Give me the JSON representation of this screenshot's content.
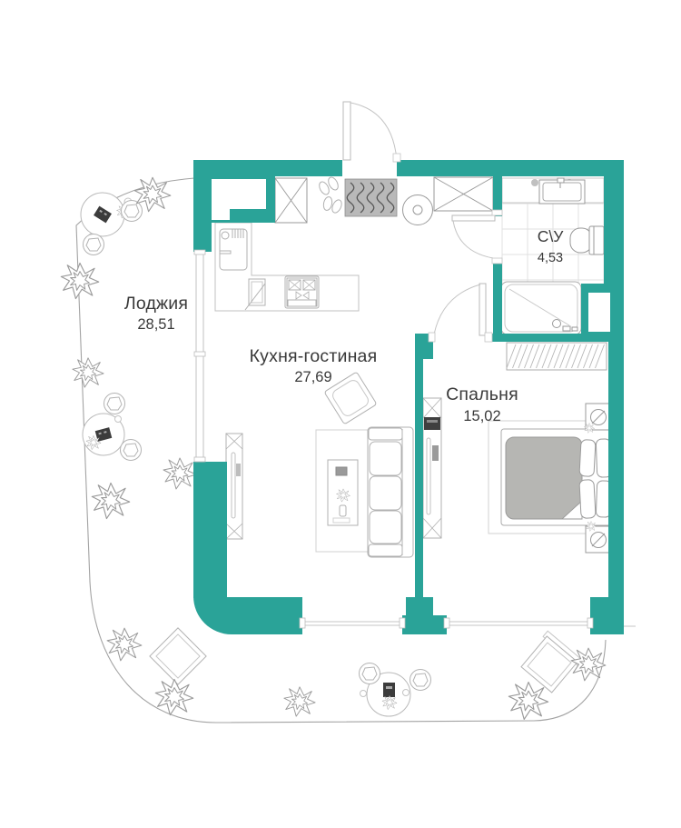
{
  "plan": {
    "colors": {
      "wall": "#2aa398",
      "text": "#3a3a3a",
      "mat": "#b9b9b9",
      "mattress": "#b6b6b3",
      "tv": "#3f3f3f"
    },
    "rooms": [
      {
        "id": "loggia",
        "name": "Лоджия",
        "area": "28,51"
      },
      {
        "id": "kitchen-living",
        "name": "Кухня-гостиная",
        "area": "27,69"
      },
      {
        "id": "bedroom",
        "name": "Спальня",
        "area": "15,02"
      },
      {
        "id": "bathroom",
        "name": "С\\У",
        "area": "4,53"
      }
    ]
  }
}
